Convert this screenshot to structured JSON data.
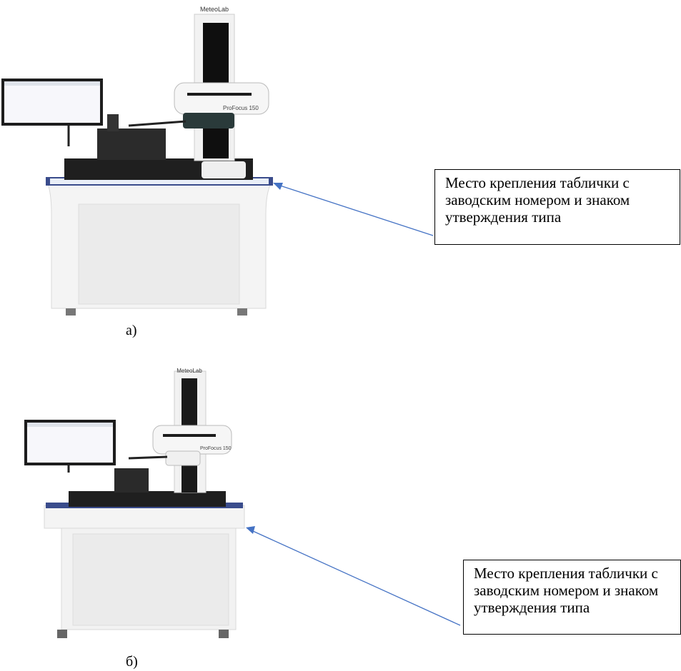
{
  "figure_a": {
    "callout_lines": [
      "Место крепления таблички с",
      "заводским номером и знаком",
      "утверждения типа"
    ],
    "caption": "а)",
    "brand": "MeteoLab",
    "model": "ProFocus 150"
  },
  "figure_b": {
    "callout_lines": [
      "Место крепления таблички с",
      "заводским номером и знаком",
      "утверждения типа"
    ],
    "caption": "б)",
    "brand": "MeteoLab",
    "model": "ProFocus 150"
  },
  "colors": {
    "arrow": "#4472c4",
    "cabinet": "#f3f3f3",
    "base": "#222222"
  }
}
